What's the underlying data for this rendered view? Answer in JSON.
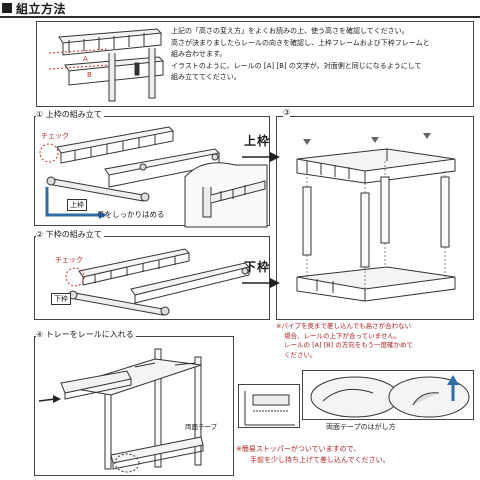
{
  "header": {
    "title": "組立方法"
  },
  "intro": {
    "lines": [
      "上記の「高さの変え方」をよくお読みの上、使う高さを確認してください。",
      "高さが決まりましたらレールの向きを確認し、上枠フレームおよび下枠フレームと",
      "組み合わせます。",
      "イラストのように、レールの [A] [B] の文字が、対面側と同じになるようにして",
      "組み立ててください。"
    ],
    "label_a": "A",
    "label_b": "B"
  },
  "step1": {
    "label": "① 上枠の組み立て",
    "check": "チェック",
    "part": "上枠",
    "instruction": "爪をしっかりはめる"
  },
  "step2": {
    "label": "② 下枠の組み立て",
    "check": "チェック",
    "part": "下枠"
  },
  "step3": {
    "label": "③",
    "upper": "上枠",
    "lower": "下枠",
    "note_lines": [
      "※パイプを奥まで差し込んでも高さが合わない",
      "場合、レールの上下が合っていません。",
      "レールの [A] [B] の方向をもう一度確かめて",
      "ください。"
    ]
  },
  "step4": {
    "label": "④ トレーをレールに入れる",
    "tape": "両面テープ",
    "peel": "両面テープのはがし方",
    "note_lines": [
      "※簡易ストッパーがついていますので、",
      "手前を少し持ち上げて差し込んでください。"
    ]
  }
}
